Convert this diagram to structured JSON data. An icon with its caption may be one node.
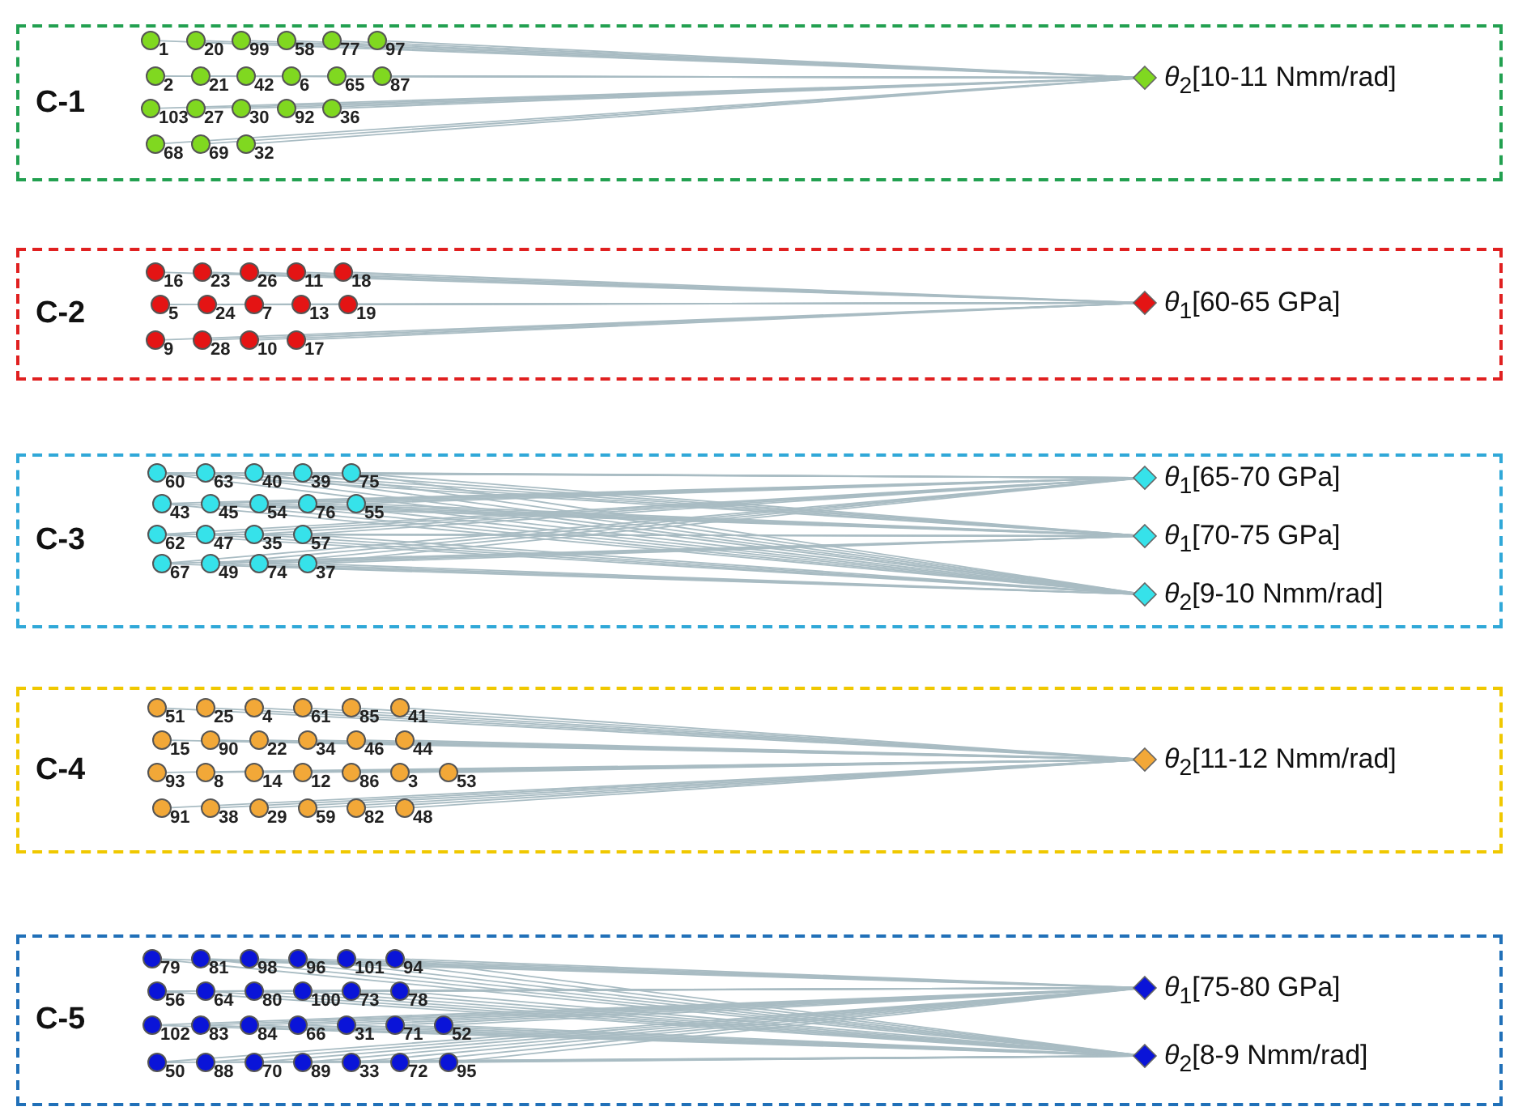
{
  "diagram": {
    "nodes": [
      {
        "text": [
          "C-1"
        ]
      },
      {
        "text": [
          "1"
        ],
        "in": 0
      },
      {
        "text": [
          "20"
        ],
        "in": 0
      },
      {
        "text": [
          "99"
        ],
        "in": 0
      },
      {
        "text": [
          "58"
        ],
        "in": 0
      },
      {
        "text": [
          "77"
        ],
        "in": 0
      },
      {
        "text": [
          "97"
        ],
        "in": 0
      },
      {
        "text": [
          "2"
        ],
        "in": 0
      },
      {
        "text": [
          "21"
        ],
        "in": 0
      },
      {
        "text": [
          "42"
        ],
        "in": 0
      },
      {
        "text": [
          "6"
        ],
        "in": 0
      },
      {
        "text": [
          "65"
        ],
        "in": 0
      },
      {
        "text": [
          "87"
        ],
        "in": 0
      },
      {
        "text": [
          "103"
        ],
        "in": 0
      },
      {
        "text": [
          "27"
        ],
        "in": 0
      },
      {
        "text": [
          "30"
        ],
        "in": 0
      },
      {
        "text": [
          "92"
        ],
        "in": 0
      },
      {
        "text": [
          "36"
        ],
        "in": 0
      },
      {
        "text": [
          "68"
        ],
        "in": 0
      },
      {
        "text": [
          "69"
        ],
        "in": 0
      },
      {
        "text": [
          "32"
        ],
        "in": 0
      },
      {
        "text": [
          "*θ*$_{2}$[10-11 Nmm/rad]"
        ],
        "in": 0
      },
      {
        "text": [
          "C-2"
        ]
      },
      {
        "text": [
          "16"
        ],
        "in": 22
      },
      {
        "text": [
          "23"
        ],
        "in": 22
      },
      {
        "text": [
          "26"
        ],
        "in": 22
      },
      {
        "text": [
          "11"
        ],
        "in": 22
      },
      {
        "text": [
          "18"
        ],
        "in": 22
      },
      {
        "text": [
          "5"
        ],
        "in": 22
      },
      {
        "text": [
          "24"
        ],
        "in": 22
      },
      {
        "text": [
          "7"
        ],
        "in": 22
      },
      {
        "text": [
          "13"
        ],
        "in": 22
      },
      {
        "text": [
          "19"
        ],
        "in": 22
      },
      {
        "text": [
          "9"
        ],
        "in": 22
      },
      {
        "text": [
          "28"
        ],
        "in": 22
      },
      {
        "text": [
          "10"
        ],
        "in": 22
      },
      {
        "text": [
          "17"
        ],
        "in": 22
      },
      {
        "text": [
          "*θ*$_{1}$[60-65 GPa]"
        ],
        "in": 22
      },
      {
        "text": [
          "C-3"
        ]
      },
      {
        "text": [
          "60"
        ],
        "in": 38
      },
      {
        "text": [
          "63"
        ],
        "in": 38
      },
      {
        "text": [
          "40"
        ],
        "in": 38
      },
      {
        "text": [
          "39"
        ],
        "in": 38
      },
      {
        "text": [
          "75"
        ],
        "in": 38
      },
      {
        "text": [
          "43"
        ],
        "in": 38
      },
      {
        "text": [
          "45"
        ],
        "in": 38
      },
      {
        "text": [
          "54"
        ],
        "in": 38
      },
      {
        "text": [
          "76"
        ],
        "in": 38
      },
      {
        "text": [
          "55"
        ],
        "in": 38
      },
      {
        "text": [
          "62"
        ],
        "in": 38
      },
      {
        "text": [
          "47"
        ],
        "in": 38
      },
      {
        "text": [
          "35"
        ],
        "in": 38
      },
      {
        "text": [
          "57"
        ],
        "in": 38
      },
      {
        "text": [
          "67"
        ],
        "in": 38
      },
      {
        "text": [
          "49"
        ],
        "in": 38
      },
      {
        "text": [
          "74"
        ],
        "in": 38
      },
      {
        "text": [
          "37"
        ],
        "in": 38
      },
      {
        "text": [
          "*θ*$_{1}$[65-70 GPa]"
        ],
        "in": 38
      },
      {
        "text": [
          "*θ*$_{1}$[70-75 GPa]"
        ],
        "in": 38
      },
      {
        "text": [
          "*θ*$_{2}$[9-10 Nmm/rad]"
        ],
        "in": 38
      },
      {
        "text": [
          "C-4"
        ]
      },
      {
        "text": [
          "51"
        ],
        "in": 60
      },
      {
        "text": [
          "25"
        ],
        "in": 60
      },
      {
        "text": [
          "4"
        ],
        "in": 60
      },
      {
        "text": [
          "61"
        ],
        "in": 60
      },
      {
        "text": [
          "85"
        ],
        "in": 60
      },
      {
        "text": [
          "41"
        ],
        "in": 60
      },
      {
        "text": [
          "15"
        ],
        "in": 60
      },
      {
        "text": [
          "90"
        ],
        "in": 60
      },
      {
        "text": [
          "22"
        ],
        "in": 60
      },
      {
        "text": [
          "34"
        ],
        "in": 60
      },
      {
        "text": [
          "46"
        ],
        "in": 60
      },
      {
        "text": [
          "44"
        ],
        "in": 60
      },
      {
        "text": [
          "93"
        ],
        "in": 60
      },
      {
        "text": [
          "8"
        ],
        "in": 60
      },
      {
        "text": [
          "14"
        ],
        "in": 60
      },
      {
        "text": [
          "12"
        ],
        "in": 60
      },
      {
        "text": [
          "86"
        ],
        "in": 60
      },
      {
        "text": [
          "3"
        ],
        "in": 60
      },
      {
        "text": [
          "53"
        ],
        "in": 60
      },
      {
        "text": [
          "91"
        ],
        "in": 60
      },
      {
        "text": [
          "38"
        ],
        "in": 60
      },
      {
        "text": [
          "29"
        ],
        "in": 60
      },
      {
        "text": [
          "59"
        ],
        "in": 60
      },
      {
        "text": [
          "82"
        ],
        "in": 60
      },
      {
        "text": [
          "48"
        ],
        "in": 60
      },
      {
        "text": [
          "*θ*$_{2}$[11-12 Nmm/rad]"
        ],
        "in": 60
      },
      {
        "text": [
          "C-5"
        ]
      },
      {
        "text": [
          "79"
        ],
        "in": 87
      },
      {
        "text": [
          "81"
        ],
        "in": 87
      },
      {
        "text": [
          "98"
        ],
        "in": 87
      },
      {
        "text": [
          "96"
        ],
        "in": 87
      },
      {
        "text": [
          "101"
        ],
        "in": 87
      },
      {
        "text": [
          "94"
        ],
        "in": 87
      },
      {
        "text": [
          "56"
        ],
        "in": 87
      },
      {
        "text": [
          "64"
        ],
        "in": 87
      },
      {
        "text": [
          "80"
        ],
        "in": 87
      },
      {
        "text": [
          "100"
        ],
        "in": 87
      },
      {
        "text": [
          "73"
        ],
        "in": 87
      },
      {
        "text": [
          "78"
        ],
        "in": 87
      },
      {
        "text": [
          "102"
        ],
        "in": 87
      },
      {
        "text": [
          "83"
        ],
        "in": 87
      },
      {
        "text": [
          "84"
        ],
        "in": 87
      },
      {
        "text": [
          "66"
        ],
        "in": 87
      },
      {
        "text": [
          "31"
        ],
        "in": 87
      },
      {
        "text": [
          "71"
        ],
        "in": 87
      },
      {
        "text": [
          "52"
        ],
        "in": 87
      },
      {
        "text": [
          "50"
        ],
        "in": 87
      },
      {
        "text": [
          "88"
        ],
        "in": 87
      },
      {
        "text": [
          "70"
        ],
        "in": 87
      },
      {
        "text": [
          "89"
        ],
        "in": 87
      },
      {
        "text": [
          "33"
        ],
        "in": 87
      },
      {
        "text": [
          "72"
        ],
        "in": 87
      },
      {
        "text": [
          "95"
        ],
        "in": 87
      },
      {
        "text": [
          "*θ*$_{1}$[75-80 GPa]"
        ],
        "in": 87
      },
      {
        "text": [
          "*θ*$_{2}$[8-9 Nmm/rad]"
        ],
        "in": 87
      }
    ],
    "edges": [
      {
        "from": 1,
        "to": 21,
        "arrow": "none"
      },
      {
        "from": 2,
        "to": 21,
        "arrow": "none"
      },
      {
        "from": 3,
        "to": 21,
        "arrow": "none"
      },
      {
        "from": 4,
        "to": 21,
        "arrow": "none"
      },
      {
        "from": 5,
        "to": 21,
        "arrow": "none"
      },
      {
        "from": 6,
        "to": 21,
        "arrow": "none"
      },
      {
        "from": 7,
        "to": 21,
        "arrow": "none"
      },
      {
        "from": 8,
        "to": 21,
        "arrow": "none"
      },
      {
        "from": 9,
        "to": 21,
        "arrow": "none"
      },
      {
        "from": 10,
        "to": 21,
        "arrow": "none"
      },
      {
        "from": 11,
        "to": 21,
        "arrow": "none"
      },
      {
        "from": 12,
        "to": 21,
        "arrow": "none"
      },
      {
        "from": 13,
        "to": 21,
        "arrow": "none"
      },
      {
        "from": 14,
        "to": 21,
        "arrow": "none"
      },
      {
        "from": 15,
        "to": 21,
        "arrow": "none"
      },
      {
        "from": 16,
        "to": 21,
        "arrow": "none"
      },
      {
        "from": 17,
        "to": 21,
        "arrow": "none"
      },
      {
        "from": 18,
        "to": 21,
        "arrow": "none"
      },
      {
        "from": 19,
        "to": 21,
        "arrow": "none"
      },
      {
        "from": 20,
        "to": 21,
        "arrow": "none"
      },
      {
        "from": 23,
        "to": 37,
        "arrow": "none"
      },
      {
        "from": 24,
        "to": 37,
        "arrow": "none"
      },
      {
        "from": 25,
        "to": 37,
        "arrow": "none"
      },
      {
        "from": 26,
        "to": 37,
        "arrow": "none"
      },
      {
        "from": 27,
        "to": 37,
        "arrow": "none"
      },
      {
        "from": 28,
        "to": 37,
        "arrow": "none"
      },
      {
        "from": 29,
        "to": 37,
        "arrow": "none"
      },
      {
        "from": 30,
        "to": 37,
        "arrow": "none"
      },
      {
        "from": 31,
        "to": 37,
        "arrow": "none"
      },
      {
        "from": 32,
        "to": 37,
        "arrow": "none"
      },
      {
        "from": 33,
        "to": 37,
        "arrow": "none"
      },
      {
        "from": 34,
        "to": 37,
        "arrow": "none"
      },
      {
        "from": 35,
        "to": 37,
        "arrow": "none"
      },
      {
        "from": 36,
        "to": 37,
        "arrow": "none"
      },
      {
        "from": 39,
        "to": 57,
        "arrow": "none"
      },
      {
        "from": 40,
        "to": 57,
        "arrow": "none"
      },
      {
        "from": 41,
        "to": 57,
        "arrow": "none"
      },
      {
        "from": 42,
        "to": 57,
        "arrow": "none"
      },
      {
        "from": 43,
        "to": 57,
        "arrow": "none"
      },
      {
        "from": 44,
        "to": 57,
        "arrow": "none"
      },
      {
        "from": 45,
        "to": 57,
        "arrow": "none"
      },
      {
        "from": 46,
        "to": 57,
        "arrow": "none"
      },
      {
        "from": 47,
        "to": 57,
        "arrow": "none"
      },
      {
        "from": 48,
        "to": 57,
        "arrow": "none"
      },
      {
        "from": 49,
        "to": 57,
        "arrow": "none"
      },
      {
        "from": 50,
        "to": 57,
        "arrow": "none"
      },
      {
        "from": 51,
        "to": 57,
        "arrow": "none"
      },
      {
        "from": 52,
        "to": 57,
        "arrow": "none"
      },
      {
        "from": 53,
        "to": 57,
        "arrow": "none"
      },
      {
        "from": 54,
        "to": 57,
        "arrow": "none"
      },
      {
        "from": 55,
        "to": 57,
        "arrow": "none"
      },
      {
        "from": 56,
        "to": 57,
        "arrow": "none"
      },
      {
        "from": 39,
        "to": 58,
        "arrow": "none"
      },
      {
        "from": 40,
        "to": 58,
        "arrow": "none"
      },
      {
        "from": 41,
        "to": 58,
        "arrow": "none"
      },
      {
        "from": 42,
        "to": 58,
        "arrow": "none"
      },
      {
        "from": 43,
        "to": 58,
        "arrow": "none"
      },
      {
        "from": 44,
        "to": 58,
        "arrow": "none"
      },
      {
        "from": 45,
        "to": 58,
        "arrow": "none"
      },
      {
        "from": 46,
        "to": 58,
        "arrow": "none"
      },
      {
        "from": 47,
        "to": 58,
        "arrow": "none"
      },
      {
        "from": 48,
        "to": 58,
        "arrow": "none"
      },
      {
        "from": 49,
        "to": 58,
        "arrow": "none"
      },
      {
        "from": 50,
        "to": 58,
        "arrow": "none"
      },
      {
        "from": 51,
        "to": 58,
        "arrow": "none"
      },
      {
        "from": 52,
        "to": 58,
        "arrow": "none"
      },
      {
        "from": 53,
        "to": 58,
        "arrow": "none"
      },
      {
        "from": 54,
        "to": 58,
        "arrow": "none"
      },
      {
        "from": 55,
        "to": 58,
        "arrow": "none"
      },
      {
        "from": 56,
        "to": 58,
        "arrow": "none"
      },
      {
        "from": 39,
        "to": 59,
        "arrow": "none"
      },
      {
        "from": 40,
        "to": 59,
        "arrow": "none"
      },
      {
        "from": 41,
        "to": 59,
        "arrow": "none"
      },
      {
        "from": 42,
        "to": 59,
        "arrow": "none"
      },
      {
        "from": 43,
        "to": 59,
        "arrow": "none"
      },
      {
        "from": 44,
        "to": 59,
        "arrow": "none"
      },
      {
        "from": 45,
        "to": 59,
        "arrow": "none"
      },
      {
        "from": 46,
        "to": 59,
        "arrow": "none"
      },
      {
        "from": 47,
        "to": 59,
        "arrow": "none"
      },
      {
        "from": 48,
        "to": 59,
        "arrow": "none"
      },
      {
        "from": 49,
        "to": 59,
        "arrow": "none"
      },
      {
        "from": 50,
        "to": 59,
        "arrow": "none"
      },
      {
        "from": 51,
        "to": 59,
        "arrow": "none"
      },
      {
        "from": 52,
        "to": 59,
        "arrow": "none"
      },
      {
        "from": 53,
        "to": 59,
        "arrow": "none"
      },
      {
        "from": 54,
        "to": 59,
        "arrow": "none"
      },
      {
        "from": 55,
        "to": 59,
        "arrow": "none"
      },
      {
        "from": 56,
        "to": 59,
        "arrow": "none"
      },
      {
        "from": 61,
        "to": 86,
        "arrow": "none"
      },
      {
        "from": 62,
        "to": 86,
        "arrow": "none"
      },
      {
        "from": 63,
        "to": 86,
        "arrow": "none"
      },
      {
        "from": 64,
        "to": 86,
        "arrow": "none"
      },
      {
        "from": 65,
        "to": 86,
        "arrow": "none"
      },
      {
        "from": 66,
        "to": 86,
        "arrow": "none"
      },
      {
        "from": 67,
        "to": 86,
        "arrow": "none"
      },
      {
        "from": 68,
        "to": 86,
        "arrow": "none"
      },
      {
        "from": 69,
        "to": 86,
        "arrow": "none"
      },
      {
        "from": 70,
        "to": 86,
        "arrow": "none"
      },
      {
        "from": 71,
        "to": 86,
        "arrow": "none"
      },
      {
        "from": 72,
        "to": 86,
        "arrow": "none"
      },
      {
        "from": 73,
        "to": 86,
        "arrow": "none"
      },
      {
        "from": 74,
        "to": 86,
        "arrow": "none"
      },
      {
        "from": 75,
        "to": 86,
        "arrow": "none"
      },
      {
        "from": 76,
        "to": 86,
        "arrow": "none"
      },
      {
        "from": 77,
        "to": 86,
        "arrow": "none"
      },
      {
        "from": 78,
        "to": 86,
        "arrow": "none"
      },
      {
        "from": 79,
        "to": 86,
        "arrow": "none"
      },
      {
        "from": 80,
        "to": 86,
        "arrow": "none"
      },
      {
        "from": 81,
        "to": 86,
        "arrow": "none"
      },
      {
        "from": 82,
        "to": 86,
        "arrow": "none"
      },
      {
        "from": 83,
        "to": 86,
        "arrow": "none"
      },
      {
        "from": 84,
        "to": 86,
        "arrow": "none"
      },
      {
        "from": 85,
        "to": 86,
        "arrow": "none"
      },
      {
        "from": 88,
        "to": 114,
        "arrow": "none"
      },
      {
        "from": 89,
        "to": 114,
        "arrow": "none"
      },
      {
        "from": 90,
        "to": 114,
        "arrow": "none"
      },
      {
        "from": 91,
        "to": 114,
        "arrow": "none"
      },
      {
        "from": 92,
        "to": 114,
        "arrow": "none"
      },
      {
        "from": 93,
        "to": 114,
        "arrow": "none"
      },
      {
        "from": 94,
        "to": 114,
        "arrow": "none"
      },
      {
        "from": 95,
        "to": 114,
        "arrow": "none"
      },
      {
        "from": 96,
        "to": 114,
        "arrow": "none"
      },
      {
        "from": 97,
        "to": 114,
        "arrow": "none"
      },
      {
        "from": 98,
        "to": 114,
        "arrow": "none"
      },
      {
        "from": 99,
        "to": 114,
        "arrow": "none"
      },
      {
        "from": 100,
        "to": 114,
        "arrow": "none"
      },
      {
        "from": 101,
        "to": 114,
        "arrow": "none"
      },
      {
        "from": 102,
        "to": 114,
        "arrow": "none"
      },
      {
        "from": 103,
        "to": 114,
        "arrow": "none"
      },
      {
        "from": 104,
        "to": 114,
        "arrow": "none"
      },
      {
        "from": 105,
        "to": 114,
        "arrow": "none"
      },
      {
        "from": 106,
        "to": 114,
        "arrow": "none"
      },
      {
        "from": 107,
        "to": 114,
        "arrow": "none"
      },
      {
        "from": 108,
        "to": 114,
        "arrow": "none"
      },
      {
        "from": 109,
        "to": 114,
        "arrow": "none"
      },
      {
        "from": 110,
        "to": 114,
        "arrow": "none"
      },
      {
        "from": 111,
        "to": 114,
        "arrow": "none"
      },
      {
        "from": 112,
        "to": 114,
        "arrow": "none"
      },
      {
        "from": 113,
        "to": 114,
        "arrow": "none"
      },
      {
        "from": 88,
        "to": 115,
        "arrow": "none"
      },
      {
        "from": 89,
        "to": 115,
        "arrow": "none"
      },
      {
        "from": 90,
        "to": 115,
        "arrow": "none"
      },
      {
        "from": 91,
        "to": 115,
        "arrow": "none"
      },
      {
        "from": 92,
        "to": 115,
        "arrow": "none"
      },
      {
        "from": 93,
        "to": 115,
        "arrow": "none"
      },
      {
        "from": 94,
        "to": 115,
        "arrow": "none"
      },
      {
        "from": 95,
        "to": 115,
        "arrow": "none"
      },
      {
        "from": 96,
        "to": 115,
        "arrow": "none"
      },
      {
        "from": 97,
        "to": 115,
        "arrow": "none"
      },
      {
        "from": 98,
        "to": 115,
        "arrow": "none"
      },
      {
        "from": 99,
        "to": 115,
        "arrow": "none"
      },
      {
        "from": 100,
        "to": 115,
        "arrow": "none"
      },
      {
        "from": 101,
        "to": 115,
        "arrow": "none"
      },
      {
        "from": 102,
        "to": 115,
        "arrow": "none"
      },
      {
        "from": 103,
        "to": 115,
        "arrow": "none"
      },
      {
        "from": 104,
        "to": 115,
        "arrow": "none"
      },
      {
        "from": 105,
        "to": 115,
        "arrow": "none"
      },
      {
        "from": 106,
        "to": 115,
        "arrow": "none"
      },
      {
        "from": 107,
        "to": 115,
        "arrow": "none"
      },
      {
        "from": 108,
        "to": 115,
        "arrow": "none"
      },
      {
        "from": 109,
        "to": 115,
        "arrow": "none"
      },
      {
        "from": 110,
        "to": 115,
        "arrow": "none"
      },
      {
        "from": 111,
        "to": 115,
        "arrow": "none"
      },
      {
        "from": 112,
        "to": 115,
        "arrow": "none"
      },
      {
        "from": 113,
        "to": 115,
        "arrow": "none"
      }
    ]
  }
}
